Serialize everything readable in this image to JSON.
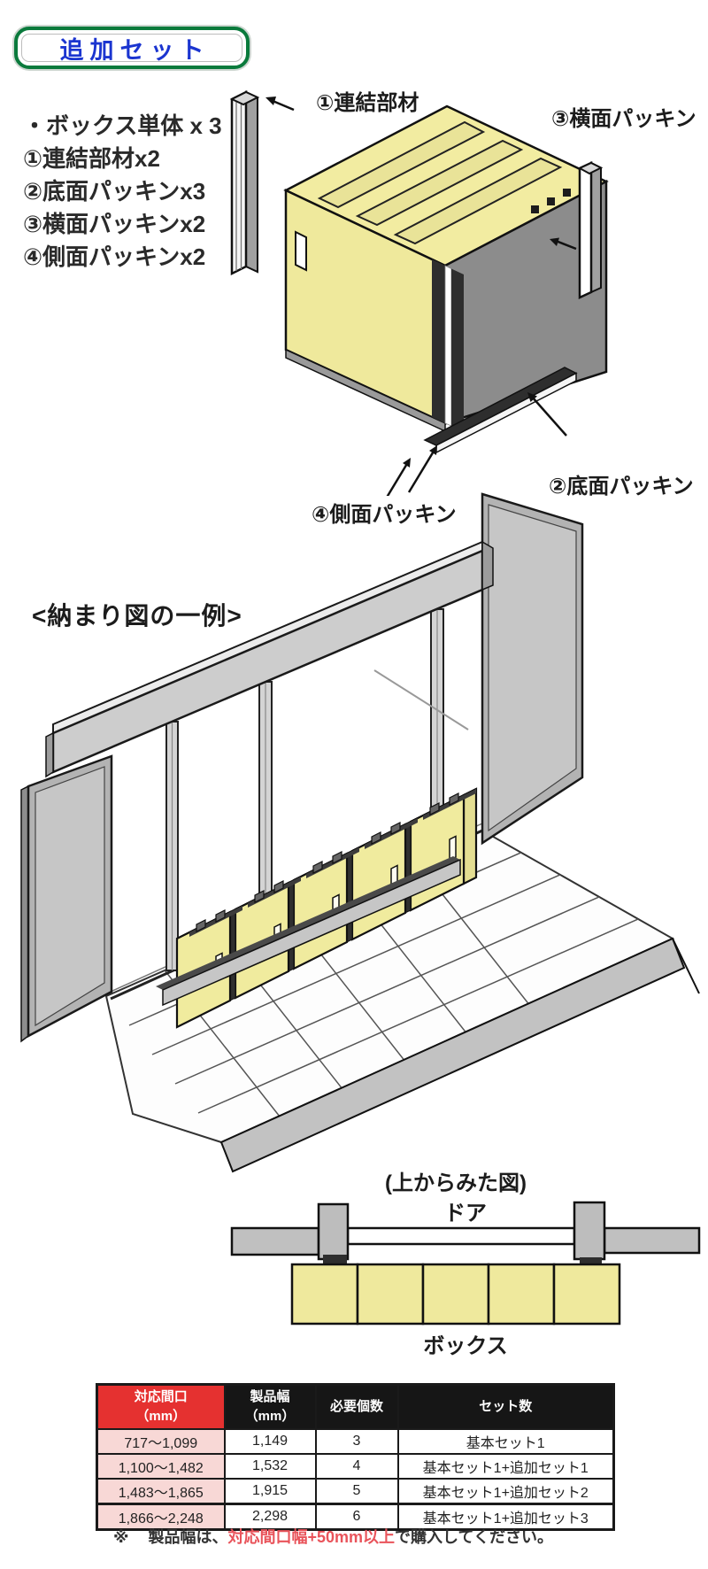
{
  "badge": {
    "label": "追加セット"
  },
  "parts_list": {
    "items": [
      "・ボックス単体 x 3",
      "①連結部材x2",
      "②底面パッキンx3",
      "③横面パッキンx2",
      "④側面パッキンx2"
    ]
  },
  "parts_diagram": {
    "labels": {
      "renketsu": "①連結部材",
      "oumen": "③横面パッキン",
      "sokumen": "④側面パッキン",
      "teimen": "②底面パッキン"
    }
  },
  "installation_view": {
    "title": "<納まり図の一例>"
  },
  "top_view": {
    "title": "(上からみた図)",
    "door_label": "ドア",
    "box_label": "ボックス"
  },
  "table": {
    "headers": [
      {
        "line1": "対応間口",
        "line2": "（mm）"
      },
      {
        "line1": "製品幅",
        "line2": "（mm）"
      },
      {
        "line1": "必要個数",
        "line2": ""
      },
      {
        "line1": "セット数",
        "line2": ""
      }
    ],
    "rows": [
      [
        "717〜1,099",
        "1,149",
        "3",
        "基本セット1"
      ],
      [
        "1,100〜1,482",
        "1,532",
        "4",
        "基本セット1+追加セット1"
      ],
      [
        "1,483〜1,865",
        "1,915",
        "5",
        "基本セット1+追加セット2"
      ],
      [
        "1,866〜2,248",
        "2,298",
        "6",
        "基本セット1+追加セット3"
      ]
    ]
  },
  "note": {
    "mark": "※",
    "pre": "製品幅は、",
    "highlight": "対応間口幅+50mm以上",
    "post": "で購入してください。"
  },
  "colors": {
    "badge_green": "#0a7a3c",
    "badge_blue": "#1b35d0",
    "table_header_red": "#e53130",
    "table_row_pink": "#f8d8d6",
    "table_header_black": "#161616",
    "note_red": "#e9545b",
    "box_yellow": "#f0eb9e",
    "unit_gray": "#8c8c8c"
  }
}
